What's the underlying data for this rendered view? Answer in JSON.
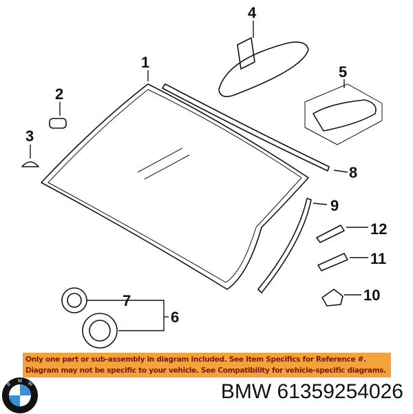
{
  "diagram": {
    "callouts": [
      "1",
      "2",
      "3",
      "4",
      "5",
      "6",
      "7",
      "8",
      "9",
      "10",
      "11",
      "12"
    ]
  },
  "notice": {
    "line1": "Only one part or sub-assembly in diagram included. See Item Specifics for Reference #.",
    "line2": "Diagram may not be specific to your vehicle. See Compatibility for vehicle-specific diagrams.",
    "background": "#f2a33a",
    "text_color": "#7a1a0e"
  },
  "brand_logo": {
    "letters": "BMW"
  },
  "part_number": "BMW 61359254026"
}
